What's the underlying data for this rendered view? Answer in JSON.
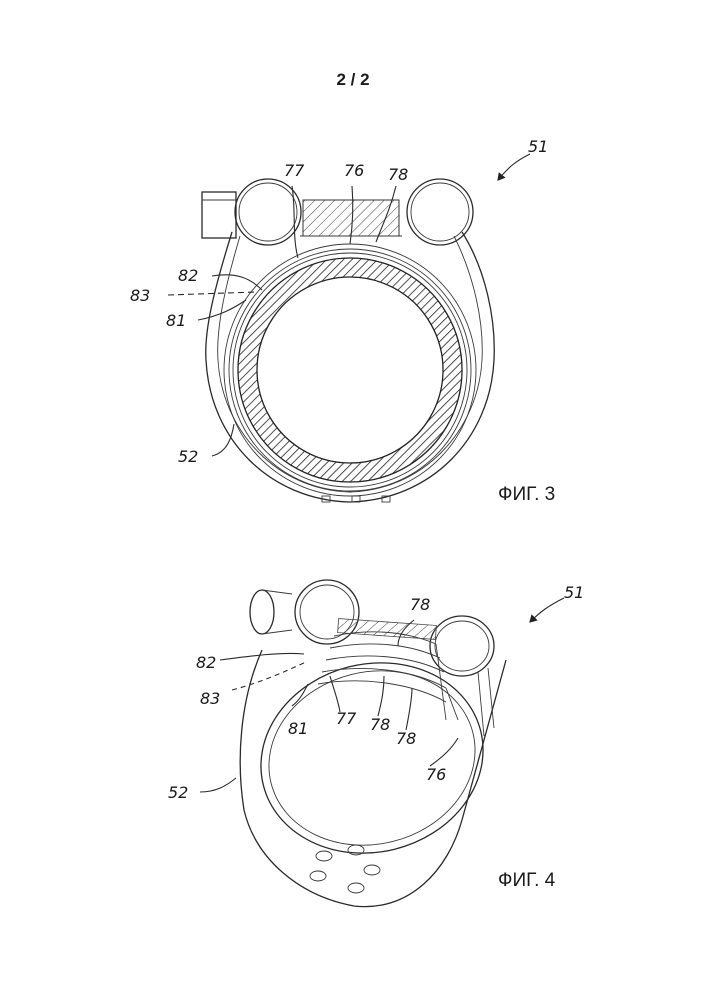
{
  "page": {
    "number": "2 / 2"
  },
  "figures": [
    {
      "caption": "ФИГ. 3",
      "labels": {
        "r51": "51",
        "r77": "77",
        "r76": "76",
        "r78": "78",
        "r82": "82",
        "r83": "83",
        "r81": "81",
        "r52": "52"
      }
    },
    {
      "caption": "ФИГ. 4",
      "labels": {
        "r51": "51",
        "r78a": "78",
        "r82": "82",
        "r83": "83",
        "r81": "81",
        "r77": "77",
        "r78b": "78",
        "r78c": "78",
        "r76": "76",
        "r52": "52"
      }
    }
  ]
}
